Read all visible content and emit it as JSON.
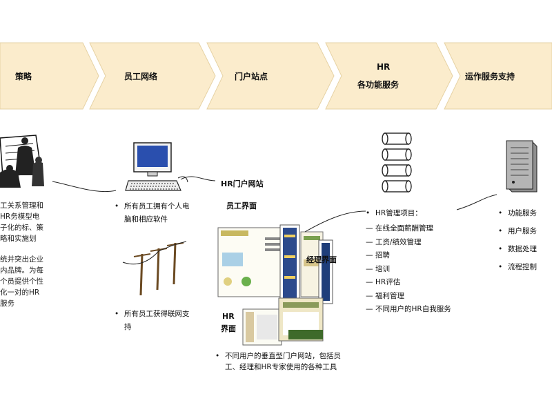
{
  "header": {
    "stages": [
      {
        "label": "策略"
      },
      {
        "label": "员工网络"
      },
      {
        "label": "门户站点"
      },
      {
        "label_line1": "HR",
        "label_line2": "各功能服务"
      },
      {
        "label": "运作服务支持"
      }
    ]
  },
  "strategy": {
    "items": [
      "工关系管理和HR务模型电子化的标、策略和实施划",
      "统并突出企业内品牌。为每个员提供个性化一对的HR服务"
    ]
  },
  "network": {
    "items": [
      "所有员工拥有个人电脑和相应软件",
      "所有员工获得联网支持"
    ]
  },
  "portal": {
    "hr_portal_label": "HR门户网站",
    "employee_screen_label": "员工界面",
    "manager_screen_label": "经理界面",
    "hr_screen_label_line1": "HR",
    "hr_screen_label_line2": "界面",
    "description": "不同用户的垂直型门户网站，包括员工、经理和HR专家使用的各种工具"
  },
  "services": {
    "header": "HR管理项目：",
    "items": [
      "在线全面薪酬管理",
      "工资/绩效管理",
      "招聘",
      "培训",
      "HR评估",
      "福利管理",
      "不同用户的HR自我服务"
    ]
  },
  "support": {
    "items": [
      "功能服务",
      "用户服务",
      "数据处理",
      "流程控制"
    ]
  },
  "colors": {
    "chevron_fill": "#fbeccc",
    "monitor_screen": "#2a4fae",
    "paper_background": "#ffffff"
  }
}
